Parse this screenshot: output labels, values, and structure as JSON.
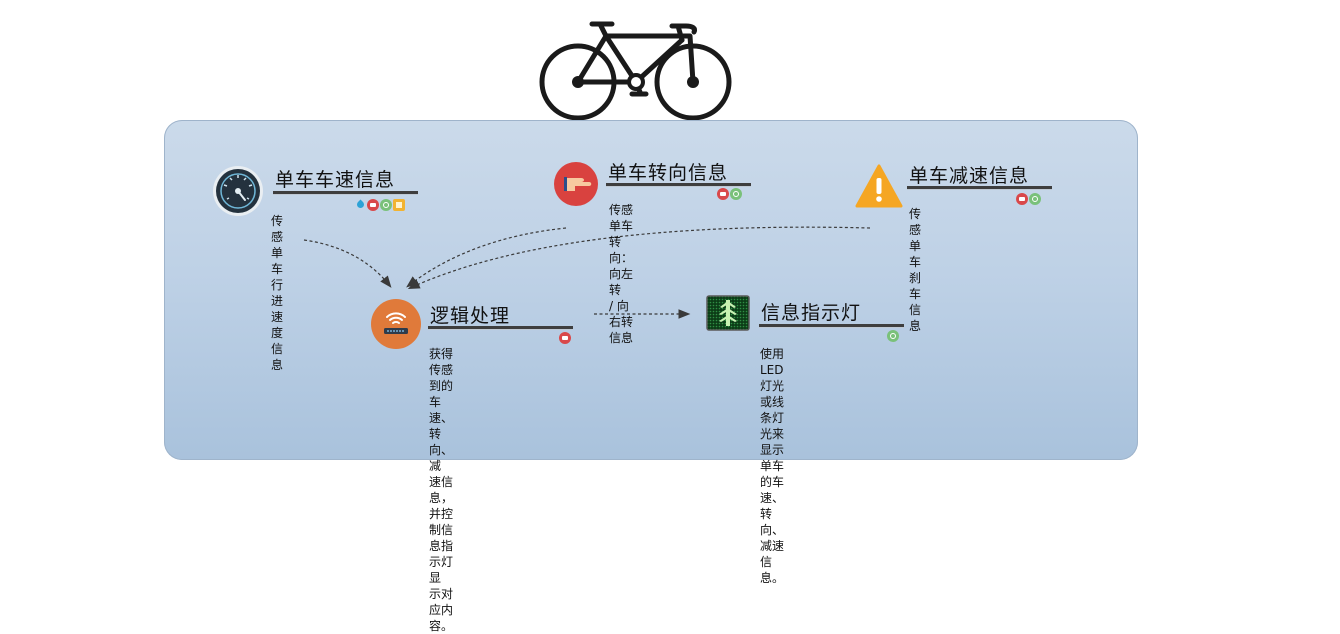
{
  "nodes": {
    "speed": {
      "title": "单车车速信息",
      "desc": "传感单车行进速度信息",
      "icon": "speedometer-icon",
      "badges": [
        "drop-icon",
        "flag-icon",
        "gear-icon",
        "note-icon"
      ]
    },
    "turn": {
      "title": "单车转向信息",
      "desc_lines": [
        "传感单车转向：向左转",
        "/ 向右转信息"
      ],
      "icon": "pointing-hand-icon",
      "badges": [
        "flag-icon",
        "gear-icon"
      ]
    },
    "brake": {
      "title": "单车减速信息",
      "desc": "传感单车刹车信息",
      "icon": "warning-icon",
      "badges": [
        "flag-icon",
        "gear-icon"
      ]
    },
    "logic": {
      "title": "逻辑处理",
      "desc_lines": [
        "获得传感到的车速、转向、减",
        "速信息，并控制信息指示灯显",
        "示对应内容。"
      ],
      "icon": "router-icon",
      "badges": [
        "flag-icon"
      ]
    },
    "light": {
      "title": "信息指示灯",
      "desc_lines": [
        "使用LED灯光或线条灯",
        "光来显示单车的车速、",
        "转向、减速信息。"
      ],
      "icon": "led-panel-icon",
      "badges": [
        "gear-icon"
      ]
    }
  },
  "decor": {
    "header_icon": "bicycle-icon"
  },
  "colors": {
    "panel_top": "#cbdaea",
    "panel_bottom": "#a9c2dc",
    "rule": "#3e3e3e",
    "arrow": "#3a3a3a",
    "speed_icon": "#24323e",
    "turn_icon": "#d9423f",
    "warning_icon": "#f5a623",
    "router_icon": "#e07a3a",
    "led_icon": "#1d7a2e"
  }
}
